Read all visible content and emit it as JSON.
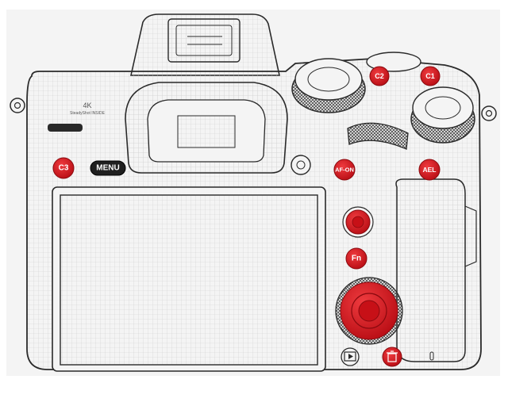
{
  "colors": {
    "accent_red": "#d9121a",
    "line": "#2a2a2a",
    "grid": "#c9c9c9",
    "background": "#f4f4f4"
  },
  "buttons": {
    "c1": "C1",
    "c2": "C2",
    "c3": "C3",
    "menu": "MENU",
    "af_on": "AF-ON",
    "ael": "AEL",
    "fn": "Fn"
  },
  "body_text": {
    "brand_mark": "4K",
    "steadyshot": "SteadyShot INSIDE"
  },
  "icons": {
    "play": "play-icon",
    "delete": "trash-icon",
    "multi_selector": "multi-selector-icon",
    "control_wheel": "control-wheel-icon"
  }
}
